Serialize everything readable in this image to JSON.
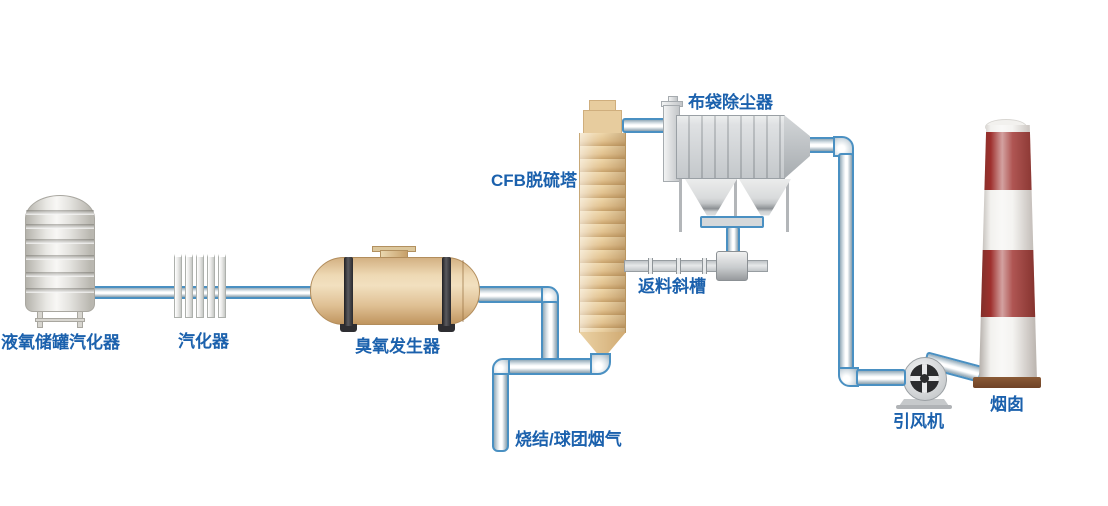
{
  "diagram": {
    "type": "flue-gas-desulfurization-process-flow",
    "labels": {
      "lox_tank": "液氧储罐汽化器",
      "vaporizer": "汽化器",
      "ozone_generator": "臭氧发生器",
      "cfb_tower": "CFB脱硫塔",
      "bag_filter": "布袋除尘器",
      "return_chute": "返料斜槽",
      "flue_gas_inlet": "烧结/球团烟气",
      "id_fan": "引风机",
      "stack": "烟囱"
    },
    "colors": {
      "background": "#ffffff",
      "label_text": "#1b61ad",
      "pipe_outline": "#4a90c2",
      "tower_tan": "#e0bf8c",
      "vessel_tan": "#e5cda4",
      "equipment_gray": "#c9ccce",
      "stack_red": "#9e302d",
      "stack_base_brown": "#7c4a2b",
      "fan_impeller_black": "#2b2c2e"
    }
  }
}
